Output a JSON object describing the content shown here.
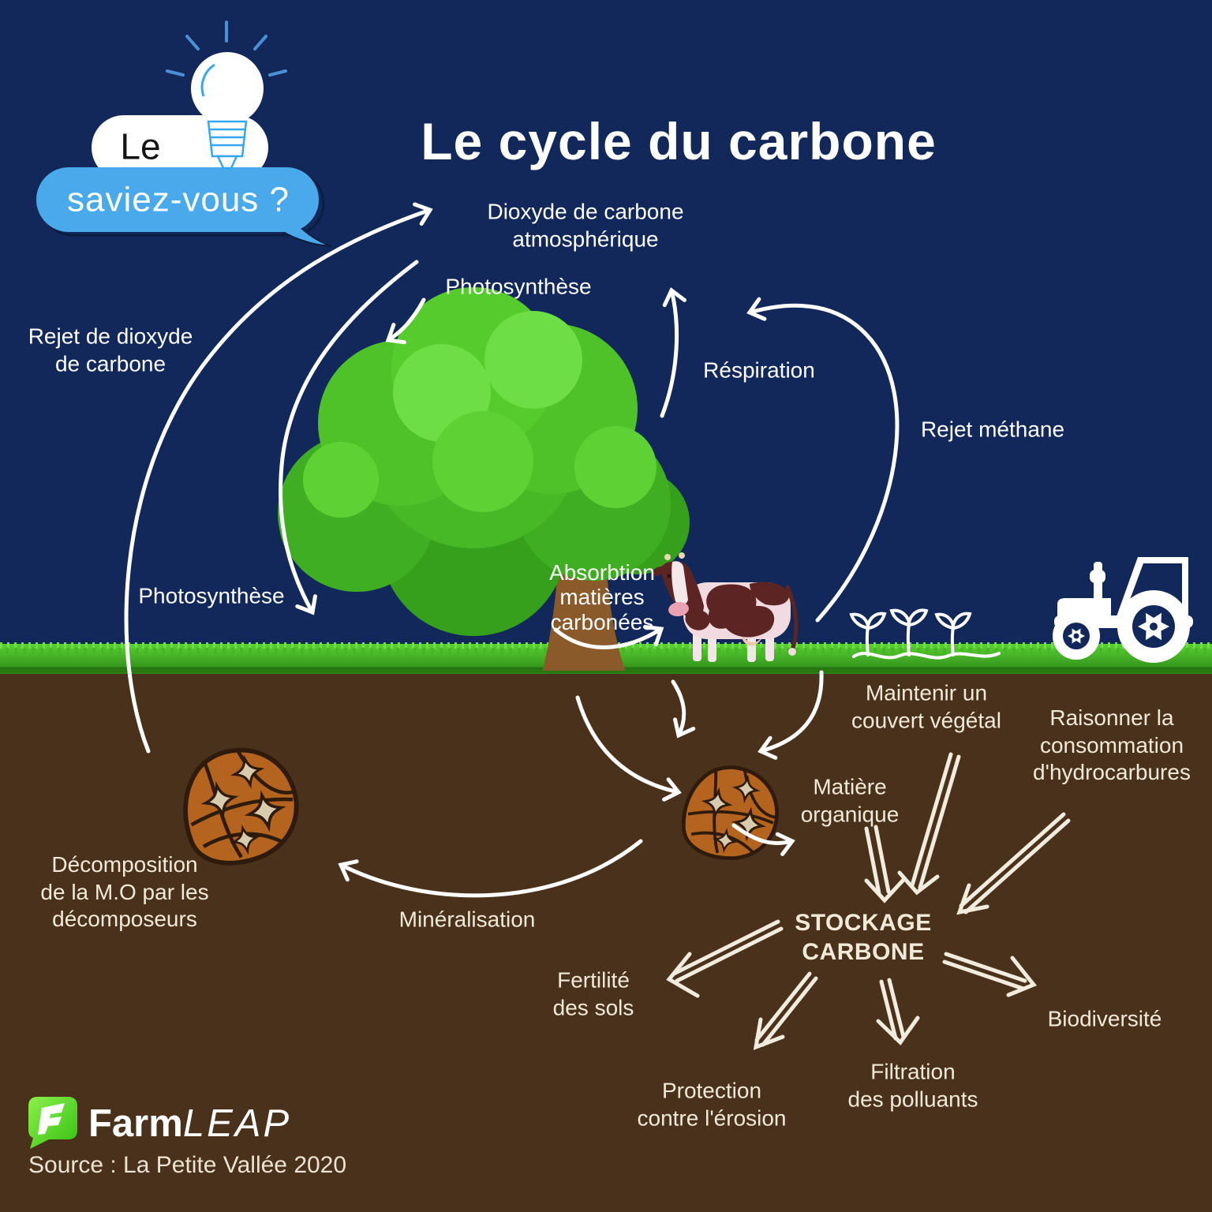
{
  "know_badge": {
    "top": "Le",
    "bottom": "saviez-vous ?"
  },
  "title": "Le cycle du carbone",
  "atmosphere": {
    "co2": "Dioxyde de carbone\natmosphérique"
  },
  "flows": {
    "photosynthesis_top": "Photosynthèse",
    "photosynthesis_left": "Photosynthèse",
    "respiration": "Réspiration",
    "methane": "Rejet méthane",
    "co2_release": "Rejet de dioxyde\nde carbone",
    "absorption": "Absorbtion\nmatières\ncarbonées",
    "organic_matter": "Matière\norganique",
    "mineralisation": "Minéralisation",
    "decomposition": "Décomposition\nde la M.O par les\ndécomposeurs"
  },
  "practices": {
    "cover_crop": "Maintenir un\ncouvert végétal",
    "fuel_use": "Raisonner la\nconsommation\nd'hydrocarbures"
  },
  "storage": "STOCKAGE\nCARBONE",
  "benefits": {
    "fertility": "Fertilité\ndes sols",
    "erosion": "Protection\ncontre l'érosion",
    "filtration": "Filtration\ndes polluants",
    "biodiversity": "Biodiversité"
  },
  "footer": {
    "brand_farm": "Farm",
    "brand_leap": "LEAP",
    "source": "Source : La Petite Vallée 2020"
  },
  "colors": {
    "sky": "#12285a",
    "soil": "#4a311b",
    "grass": "#3fae22",
    "bubble_blue": "#4aa9eb",
    "brand_green": "#55d32a",
    "aggregate_orange": "#b4641e",
    "cow_maroon": "#5c2523",
    "soil_text": "#f2ead9"
  }
}
